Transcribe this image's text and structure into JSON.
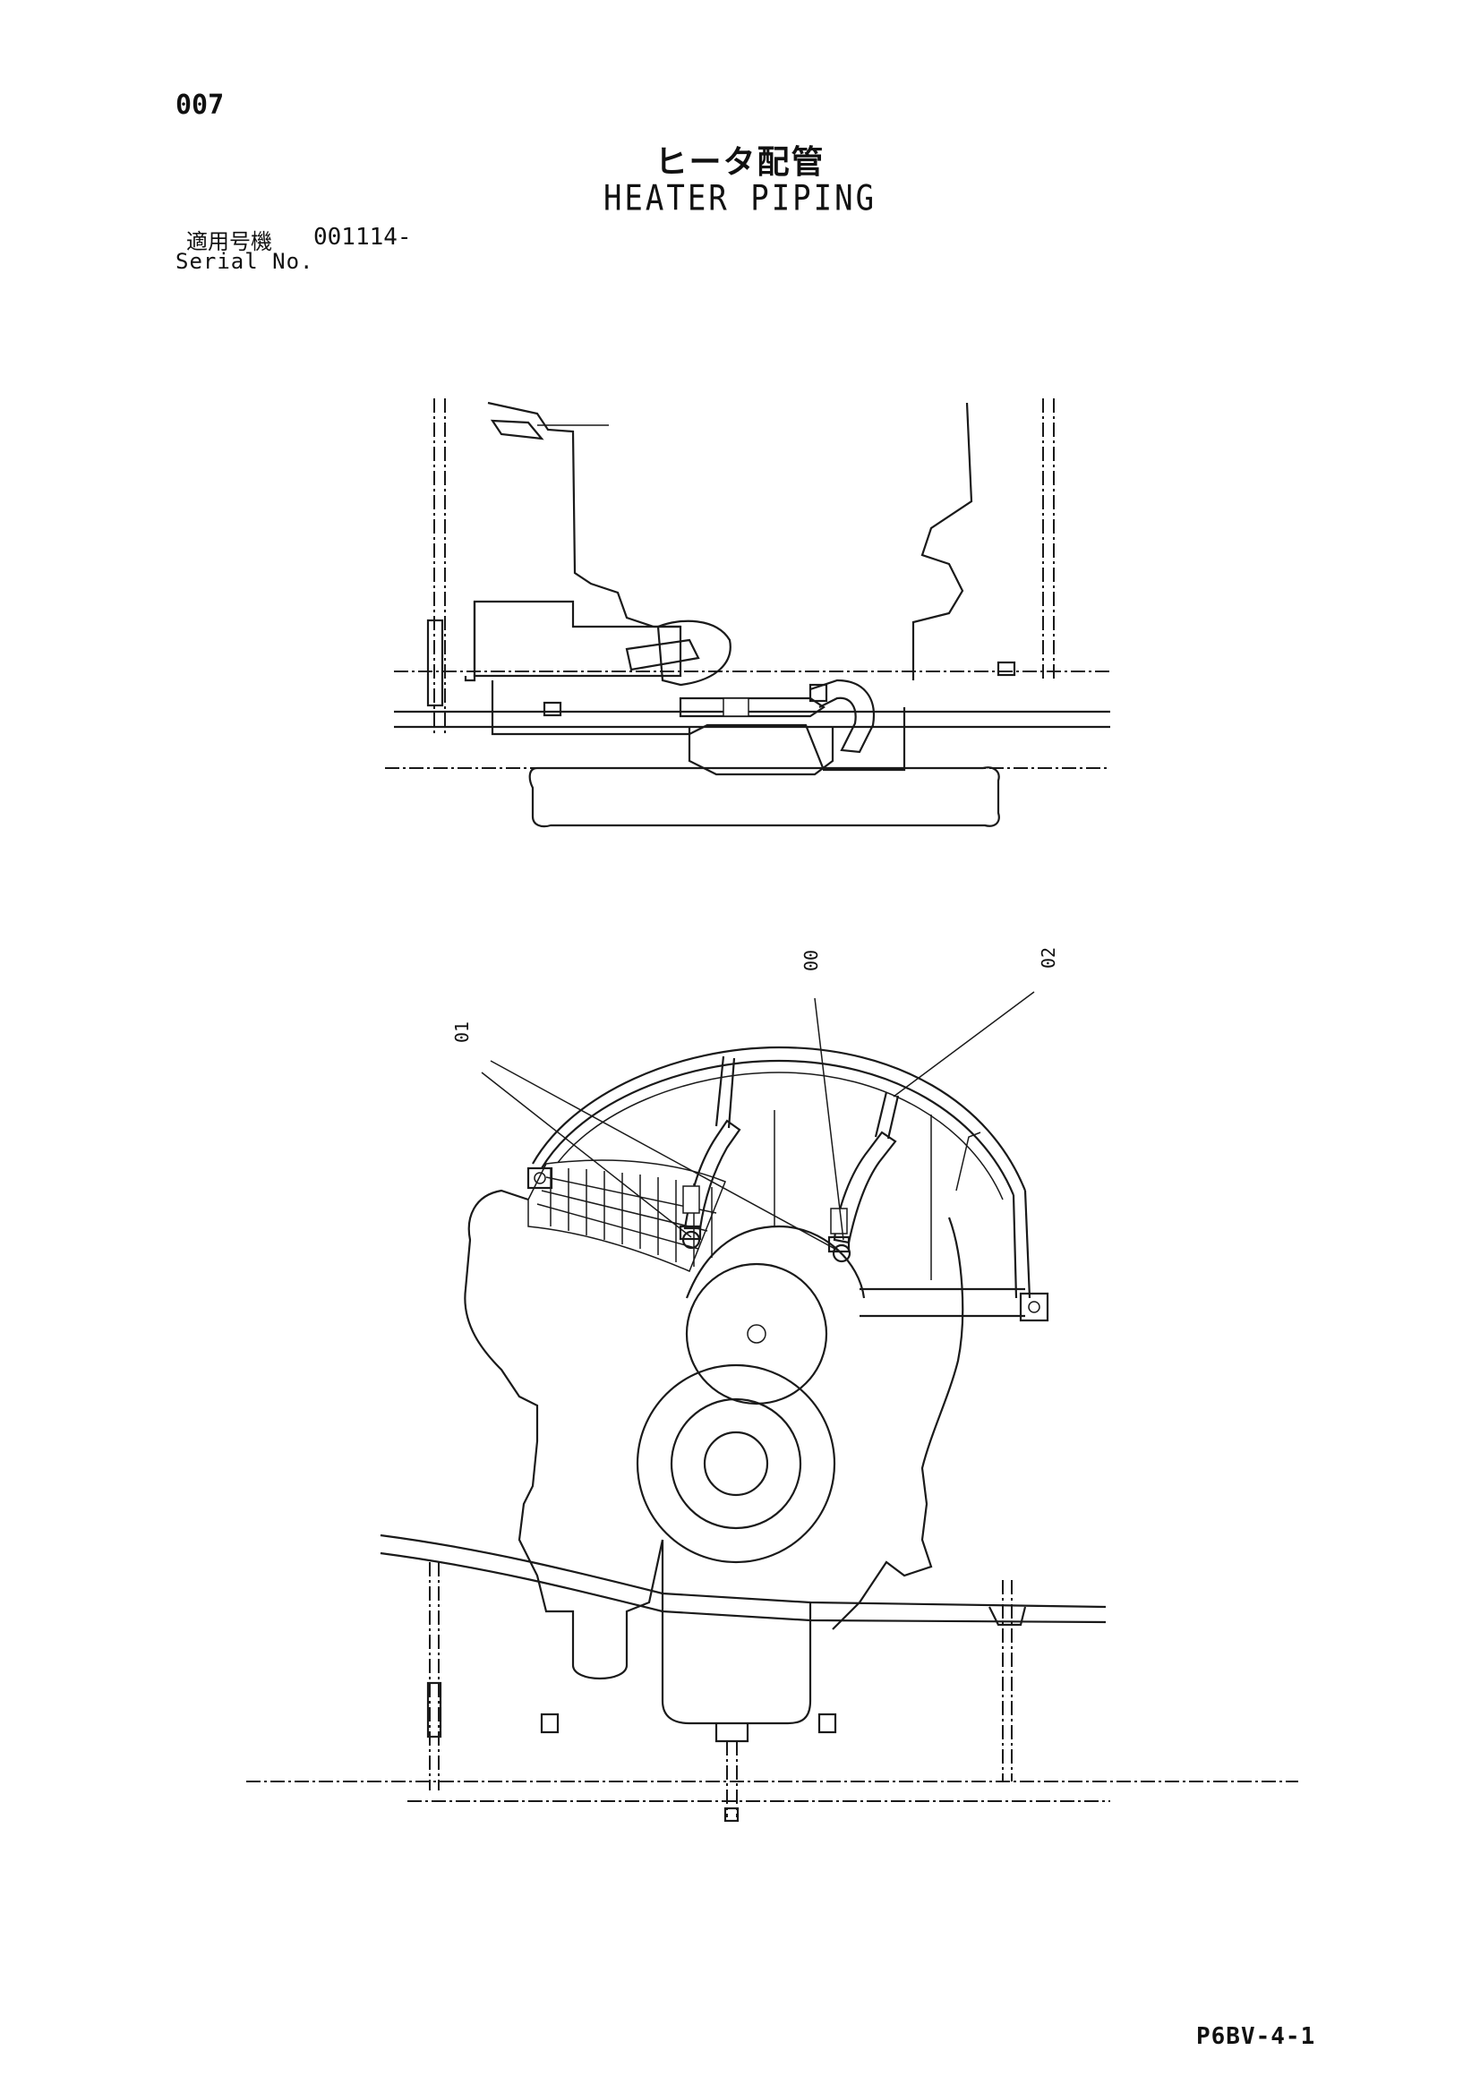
{
  "header": {
    "page_number": "007",
    "title_jp": "ヒータ配管",
    "title_en": "HEATER PIPING",
    "serial_label_jp": "適用号機",
    "serial_value": "001114-",
    "serial_label_en": "Serial No."
  },
  "callouts": [
    "01",
    "00",
    "02"
  ],
  "footer": {
    "code": "P6BV-4-1"
  }
}
